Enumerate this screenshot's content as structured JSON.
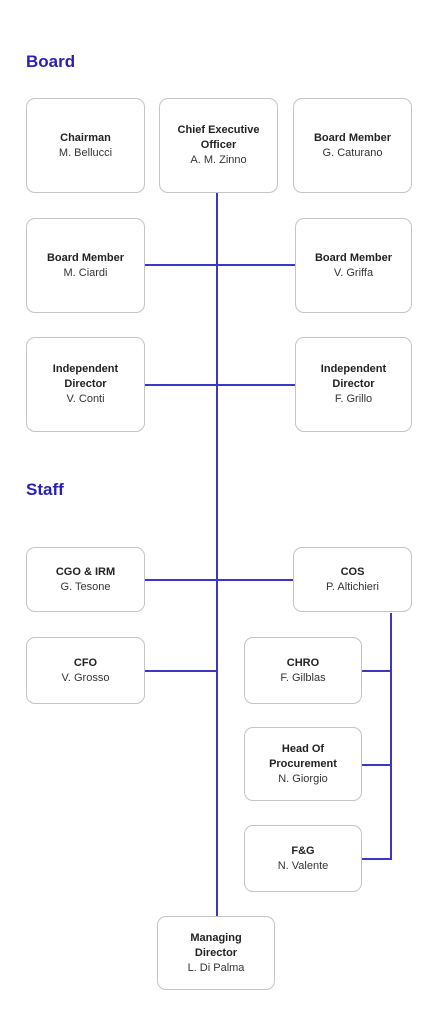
{
  "sections": {
    "board": "Board",
    "staff": "Staff"
  },
  "nodes": {
    "chairman": {
      "role": "Chairman",
      "name": "M. Bellucci"
    },
    "ceo": {
      "role": "Chief Executive Officer",
      "name": "A. M. Zinno"
    },
    "board_member_caturano": {
      "role": "Board Member",
      "name": "G. Caturano"
    },
    "board_member_ciardi": {
      "role": "Board Member",
      "name": "M. Ciardi"
    },
    "board_member_griffa": {
      "role": "Board Member",
      "name": "V. Griffa"
    },
    "independent_director_conti": {
      "role": "Independent Director",
      "name": "V. Conti"
    },
    "independent_director_grillo": {
      "role": "Independent Director",
      "name": "F. Grillo"
    },
    "cgo_irm": {
      "role": "CGO & IRM",
      "name": "G. Tesone"
    },
    "cos": {
      "role": "COS",
      "name": "P. Altichieri"
    },
    "cfo": {
      "role": "CFO",
      "name": "V. Grosso"
    },
    "chro": {
      "role": "CHRO",
      "name": "F. Gilblas"
    },
    "head_of_procurement": {
      "role": "Head Of Procurement",
      "name": "N. Giorgio"
    },
    "fg": {
      "role": "F&G",
      "name": "N. Valente"
    },
    "managing_director": {
      "role": "Managing Director",
      "name": "L. Di Palma"
    }
  },
  "colors": {
    "section_title": "#2a1fb4",
    "connector": "#3b36c4",
    "box_border": "#c4c4c4"
  }
}
